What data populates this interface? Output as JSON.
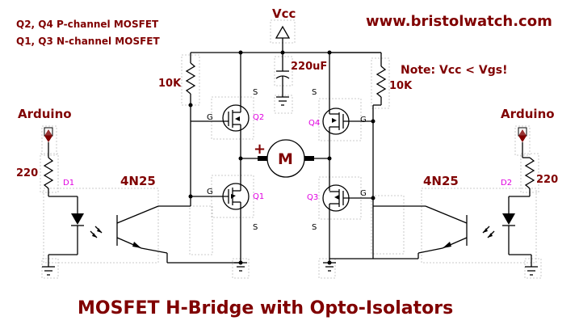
{
  "header": {
    "mosfet_line1": "Q2, Q4 P-channel MOSFET",
    "mosfet_line2": "Q1, Q3 N-channel MOSFET",
    "website": "www.bristolwatch.com",
    "note": "Note: Vcc < Vgs!"
  },
  "supply": {
    "vcc": "Vcc",
    "cap": "220uF"
  },
  "left": {
    "input": "Arduino",
    "resistor": "220",
    "diode": "D1",
    "opto": "4N25",
    "pullup": "10K"
  },
  "right": {
    "input": "Arduino",
    "resistor": "220",
    "diode": "D2",
    "opto": "4N25",
    "pullup": "10K"
  },
  "transistors": {
    "q1": "Q1",
    "q2": "Q2",
    "q3": "Q3",
    "q4": "Q4",
    "gate": "G",
    "source": "S"
  },
  "motor": {
    "symbol": "M",
    "polarity": "+"
  },
  "title": "MOSFET H-Bridge with Opto-Isolators",
  "colors": {
    "label": "#800000",
    "pin": "#e000e0",
    "wire": "#000000"
  }
}
